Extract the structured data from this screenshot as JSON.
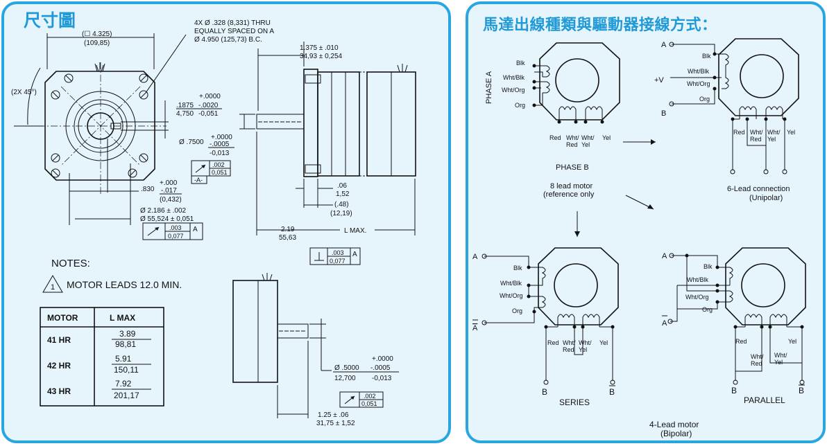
{
  "left": {
    "title": "尺寸圖",
    "hole_note": [
      "4X Ø .328 (8,331) THRU",
      "EQUALLY SPACED ON A",
      "Ø 4.950 (125,73) B.C."
    ],
    "square": [
      "(☐ 4.325)",
      "(109,85)"
    ],
    "chamfer": "(2X 45°)",
    "key_dim": {
      "top": "+.0000",
      "a": ".1875",
      "b": "-.0020",
      "c": "4,750",
      "d": "-0,051"
    },
    "shaft_dim": {
      "top": "+.0000",
      "a": "Ø .7500",
      "b": "-.0005",
      "c": "-0,013"
    },
    "runout1": [
      ".002",
      "0,051"
    ],
    "datum": "-A-",
    "flat_dim": {
      "top": "+.000",
      "a": ".830",
      "b": "-.017",
      "c": "(0,432)"
    },
    "pilot_dim": [
      "Ø 2.186 ± .002",
      "Ø 55,524 ± 0,051"
    ],
    "tol1": [
      ".003",
      "0,077",
      "A"
    ],
    "len1": [
      "1.375 ± .010",
      "34,93 ± 0,254"
    ],
    "d006": [
      ".06",
      "1,52"
    ],
    "d048": [
      "(.48)",
      "(12,19)"
    ],
    "d219": [
      "2.19",
      "55,63"
    ],
    "lmax": "L MAX.",
    "perp": [
      ".003",
      "0,077",
      "A"
    ],
    "notes_title": "NOTES:",
    "note1_num": "1",
    "note1": "MOTOR LEADS 12.0 MIN.",
    "table": {
      "headers": [
        "MOTOR",
        "L MAX"
      ],
      "rows": [
        {
          "motor": "41 HR",
          "in": "3.89",
          "mm": "98,81"
        },
        {
          "motor": "42 HR",
          "in": "5.91",
          "mm": "150,11"
        },
        {
          "motor": "43 HR",
          "in": "7.92",
          "mm": "201,17"
        }
      ]
    },
    "shaft2": {
      "top": "+.0000",
      "a": "Ø .5000",
      "b": "-.0005",
      "c": "12,700",
      "d": "-0,013"
    },
    "runout2": [
      ".002",
      "0,051"
    ],
    "len2": [
      "1.25 ± .06",
      "31,75 ± 1,52"
    ]
  },
  "right": {
    "title": "馬達出線種類與驅動器接線方式：",
    "phase_a": "PHASE A",
    "phase_b": "PHASE B",
    "eight_lead": [
      "8 lead motor",
      "(reference only"
    ],
    "six_lead": [
      "6-Lead connection",
      "(Unipolar)"
    ],
    "series": "SERIES",
    "parallel": "PARALLEL",
    "four_lead": [
      "4-Lead motor",
      "(Bipolar)"
    ],
    "wires": {
      "blk": "Blk",
      "wht_blk": "Wht/Blk",
      "wht_org": "Wht/Org",
      "org": "Org",
      "red": "Red",
      "wht_red": [
        "Wht/",
        "Red"
      ],
      "wht_yel": [
        "Wht/",
        "Yel"
      ],
      "yel": "Yel"
    },
    "term_a": "A",
    "term_abar": "A",
    "term_b": "B",
    "term_bbar": "B",
    "term_v": "+V"
  }
}
